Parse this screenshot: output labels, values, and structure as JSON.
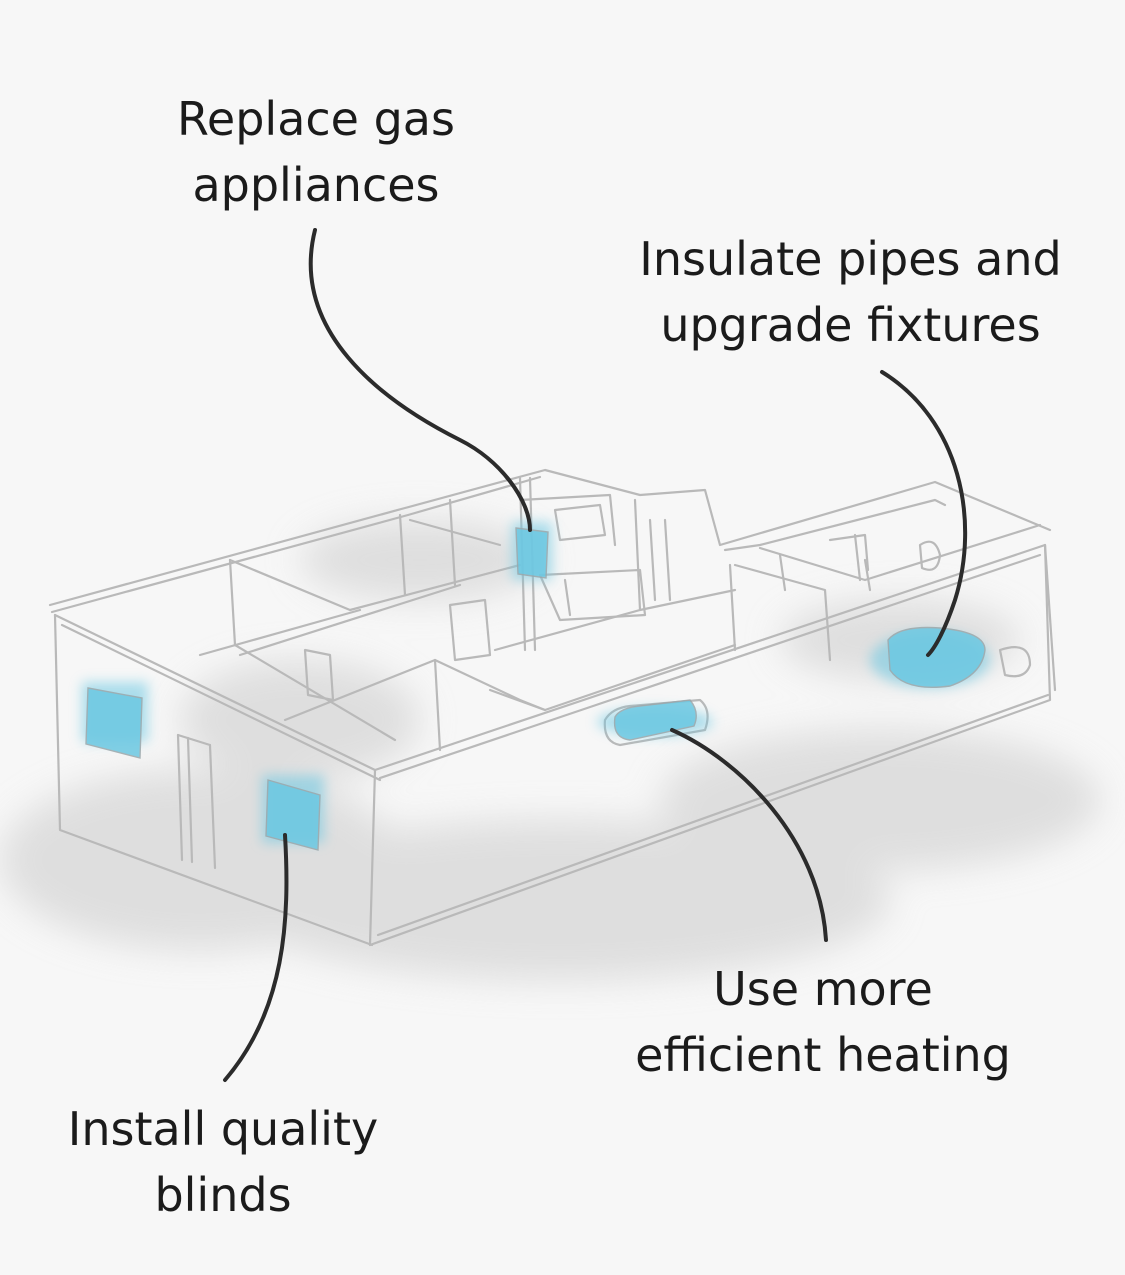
{
  "callouts": {
    "gas": {
      "line1": "Replace gas",
      "line2": "appliances"
    },
    "pipes": {
      "line1": "Insulate pipes and",
      "line2": "upgrade fixtures"
    },
    "heating": {
      "line1": "Use more",
      "line2": "efficient heating"
    },
    "blinds": {
      "line1": "Install quality",
      "line2": "blinds"
    }
  },
  "colors": {
    "background": "#f7f7f7",
    "sketch_line": "#b9b9b9",
    "shadow": "#d4d4d4",
    "highlight": "#6cc8e2",
    "leader": "#2b2b2b",
    "text": "#1b1b1b"
  }
}
